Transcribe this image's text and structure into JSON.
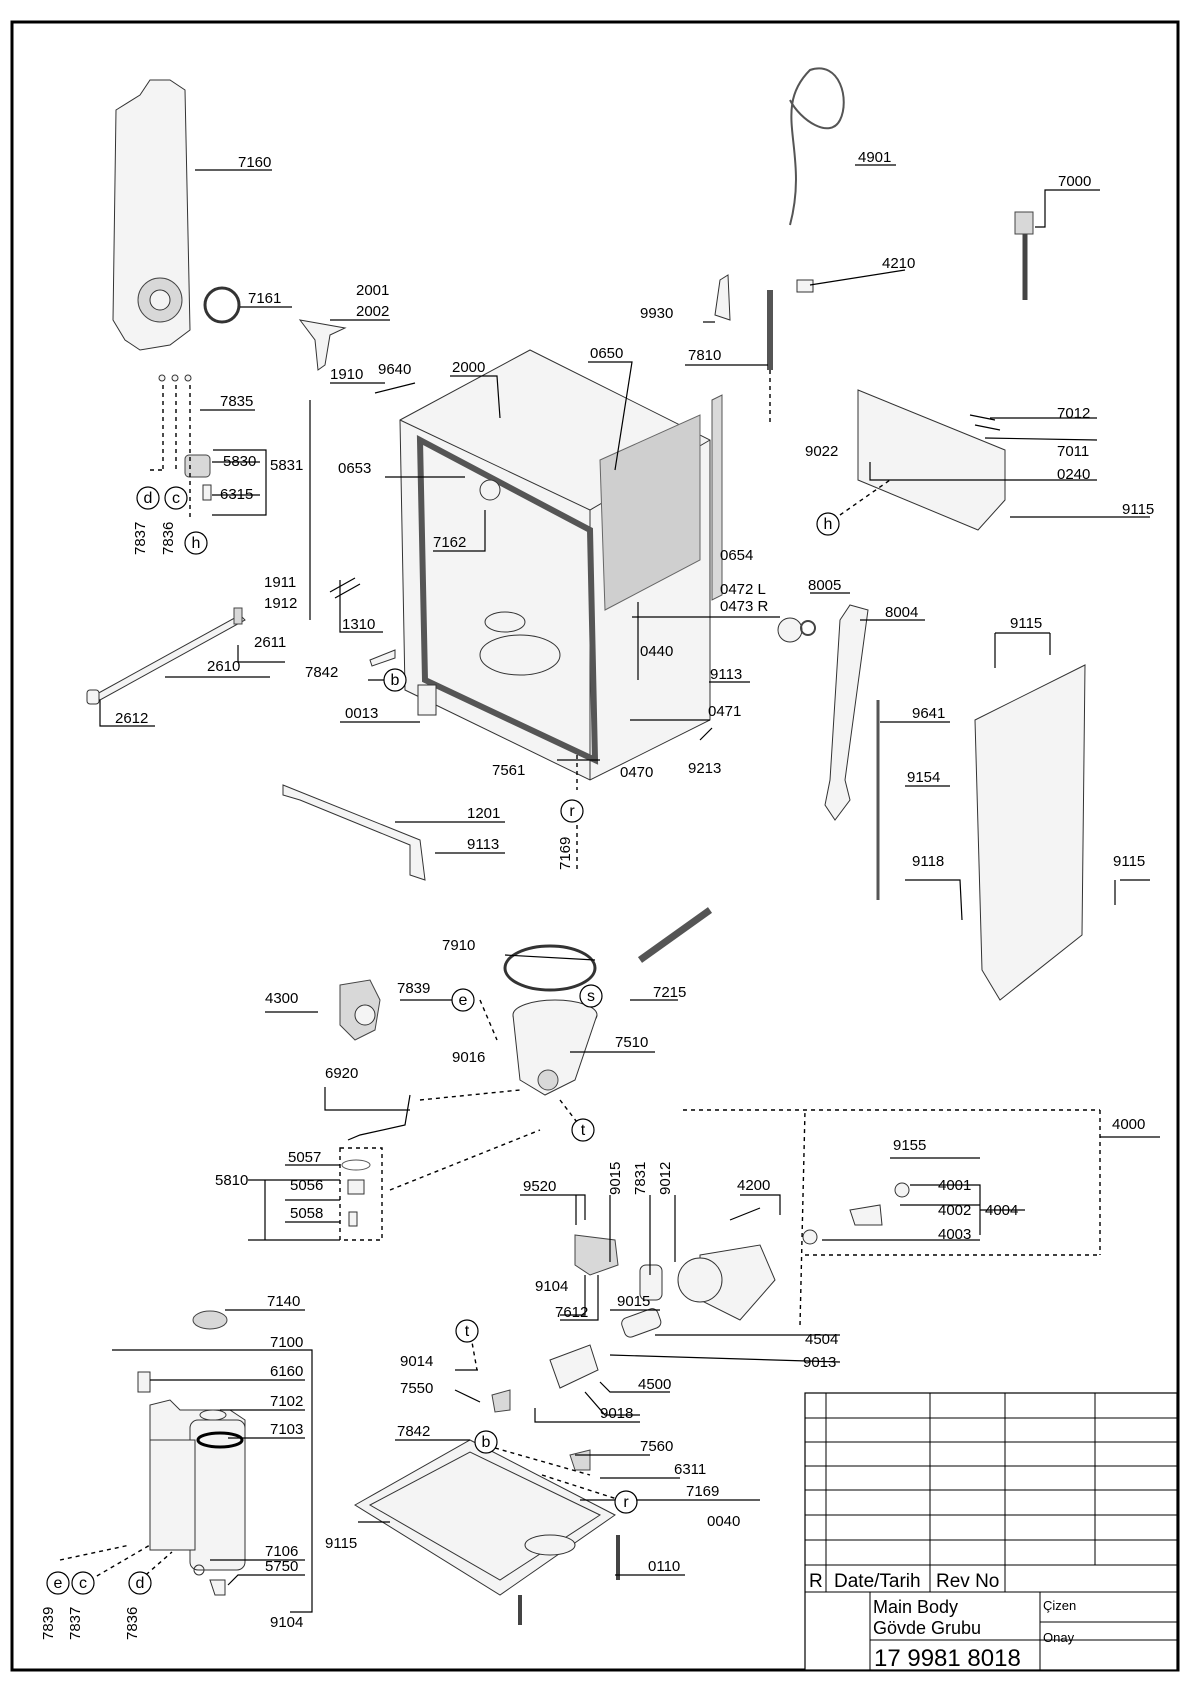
{
  "labels": {
    "l7160": "7160",
    "l7161": "7161",
    "l2001": "2001",
    "l2002": "2002",
    "l7835": "7835",
    "l5830": "5830",
    "l5831": "5831",
    "l6315": "6315",
    "l7837a": "7837",
    "l7836a": "7836",
    "l1910": "1910",
    "l9640": "9640",
    "l2000": "2000",
    "l0650": "0650",
    "l0653": "0653",
    "l7162": "7162",
    "l0654": "0654",
    "l1911": "1911",
    "l1912": "1912",
    "l1310": "1310",
    "l2611": "2611",
    "l2610": "2610",
    "l2612": "2612",
    "l7842a": "7842",
    "l0013": "0013",
    "l4901": "4901",
    "l7000": "7000",
    "l4210": "4210",
    "l9930": "9930",
    "l7810": "7810",
    "l7012": "7012",
    "l7011": "7011",
    "l9022": "9022",
    "l0240": "0240",
    "l9115a": "9115",
    "l0472": "0472 L",
    "l0473": "0473 R",
    "l8005": "8005",
    "l8004": "8004",
    "l0440": "0440",
    "l9113a": "9113",
    "l0471": "0471",
    "l9115b": "9115",
    "l7561": "7561",
    "l0470": "0470",
    "l9213": "9213",
    "l9641": "9641",
    "l9154": "9154",
    "l1201": "1201",
    "l9113b": "9113",
    "l7169a": "7169",
    "l9118": "9118",
    "l9115c": "9115",
    "l7910": "7910",
    "l7839a": "7839",
    "l7215": "7215",
    "l4300": "4300",
    "l9016": "9016",
    "l7510": "7510",
    "l6920": "6920",
    "l4000": "4000",
    "l9155": "9155",
    "l5057": "5057",
    "l5810": "5810",
    "l5056": "5056",
    "l5058": "5058",
    "l9520": "9520",
    "l9015a": "9015",
    "l7831": "7831",
    "l9012": "9012",
    "l4200": "4200",
    "l4001": "4001",
    "l4002": "4002",
    "l4004": "4004",
    "l4003": "4003",
    "l9104a": "9104",
    "l7612": "7612",
    "l9015b": "9015",
    "l7140": "7140",
    "l7100": "7100",
    "l4504": "4504",
    "l9014": "9014",
    "l9013": "9013",
    "l6160": "6160",
    "l7550": "7550",
    "l4500": "4500",
    "l9018": "9018",
    "l7102": "7102",
    "l7103": "7103",
    "l7842b": "7842",
    "l7560": "7560",
    "l6311": "6311",
    "l7169b": "7169",
    "l0040": "0040",
    "l9115d": "9115",
    "l7106": "7106",
    "l5750": "5750",
    "l0110": "0110",
    "l7839b": "7839",
    "l7837b": "7837",
    "l7836b": "7836",
    "l9104b": "9104"
  },
  "callouts": {
    "d1": "d",
    "c1": "c",
    "h1": "h",
    "h2": "h",
    "b1": "b",
    "r1": "r",
    "e1": "e",
    "s1": "s",
    "t1": "t",
    "t2": "t",
    "b2": "b",
    "r2": "r",
    "e2": "e",
    "c2": "c",
    "d2": "d"
  },
  "title_block": {
    "rev_marker": "R",
    "date_header": "Date/Tarih",
    "rev_header": "Rev No",
    "title_en": "Main Body",
    "title_tr": "Gövde Grubu",
    "drawn_by": "Çizen",
    "approved": "Onay",
    "drawing_number": "17 9981 8018"
  }
}
